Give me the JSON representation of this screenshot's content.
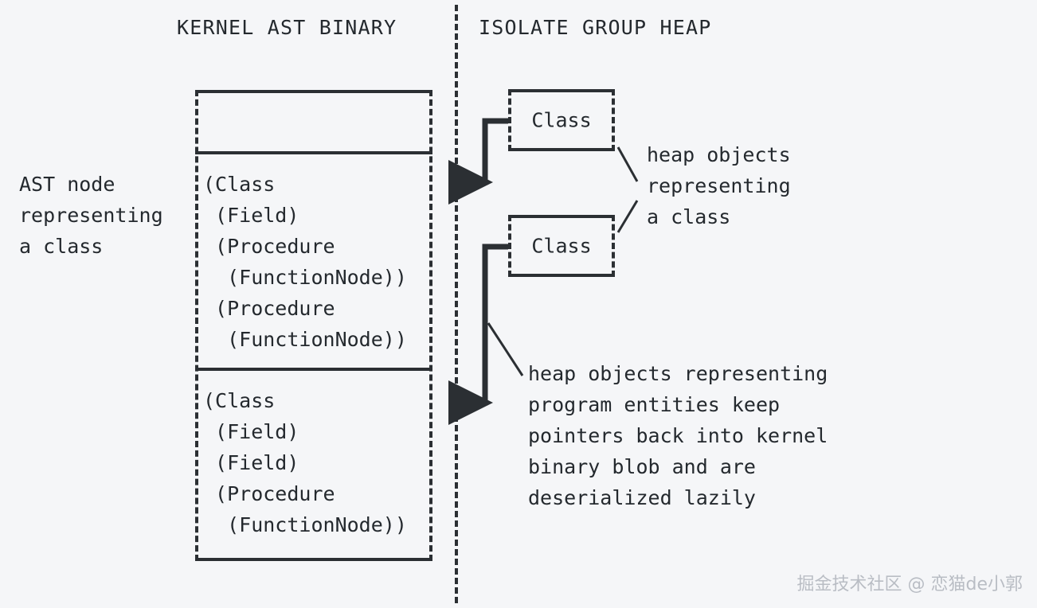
{
  "headers": {
    "left": "KERNEL AST BINARY",
    "right": "ISOLATE GROUP HEAP"
  },
  "left_caption": "AST node\nrepresenting\na class",
  "kernel_blob": {
    "blocks": [
      {
        "name": "ast-node-class-1",
        "text": "(Class\n (Field)\n (Procedure\n  (FunctionNode))\n (Procedure\n  (FunctionNode))"
      },
      {
        "name": "ast-node-class-2",
        "text": "(Class\n (Field)\n (Field)\n (Procedure\n  (FunctionNode))"
      }
    ]
  },
  "heap": {
    "boxes": [
      {
        "label": "Class"
      },
      {
        "label": "Class"
      }
    ]
  },
  "annotations": {
    "top": "heap objects\nrepresenting\na class",
    "bottom": "heap objects representing\nprogram entities keep\npointers back into kernel\nbinary blob and are\ndeserialized lazily"
  },
  "watermark": "掘金技术社区 @ 恋猫de小郭",
  "colors": {
    "background": "#f5f6f8",
    "ink": "#24292e",
    "stroke": "#2b2f33",
    "watermark": "#b9bdc4"
  }
}
